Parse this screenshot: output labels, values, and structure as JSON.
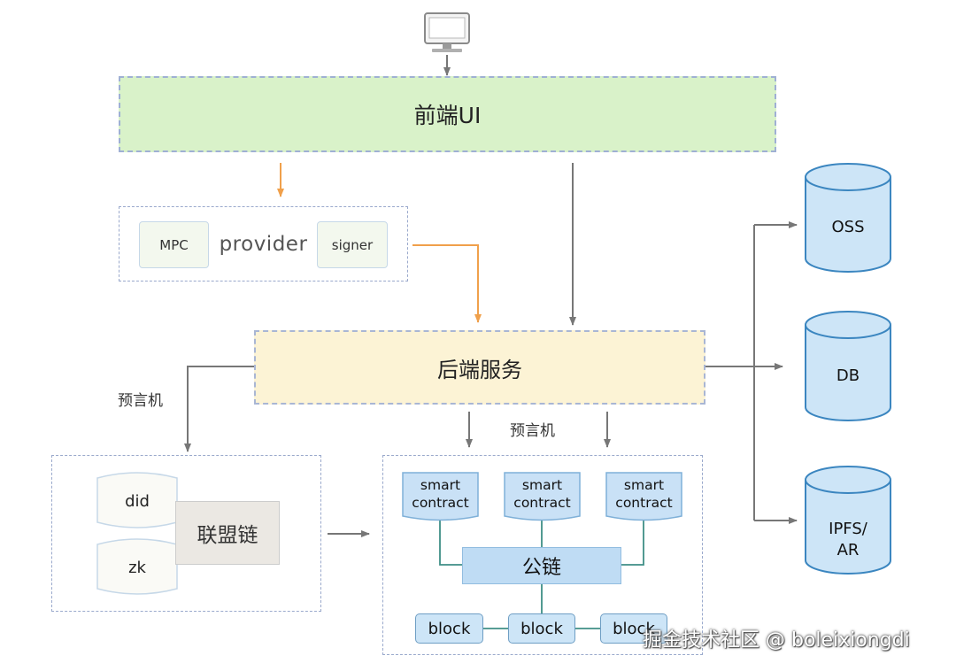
{
  "client_icon": "monitor-icon",
  "frontend": {
    "label": "前端UI"
  },
  "provider": {
    "mpc": "MPC",
    "label": "provider",
    "signer": "signer"
  },
  "backend": {
    "label": "后端服务"
  },
  "oracle_labels": {
    "left": "预言机",
    "center": "预言机"
  },
  "consortium": {
    "did": "did",
    "zk": "zk",
    "label": "联盟链"
  },
  "public_chain": {
    "contracts": [
      "smart\ncontract",
      "smart\ncontract",
      "smart\ncontract"
    ],
    "label": "公链",
    "blocks": [
      "block",
      "block",
      "block"
    ]
  },
  "storage": {
    "oss": "OSS",
    "db": "DB",
    "ipfs": "IPFS/\nAR"
  },
  "watermark": "掘金技术社区 @ boleixiongdi",
  "colors": {
    "frontend_fill": "#d9f2c9",
    "backend_fill": "#fcf3d5",
    "public_chain_fill": "#bfdcf4",
    "storage_fill": "#cde5f7",
    "orange_arrow": "#f0a04b",
    "gray_arrow": "#777777"
  }
}
